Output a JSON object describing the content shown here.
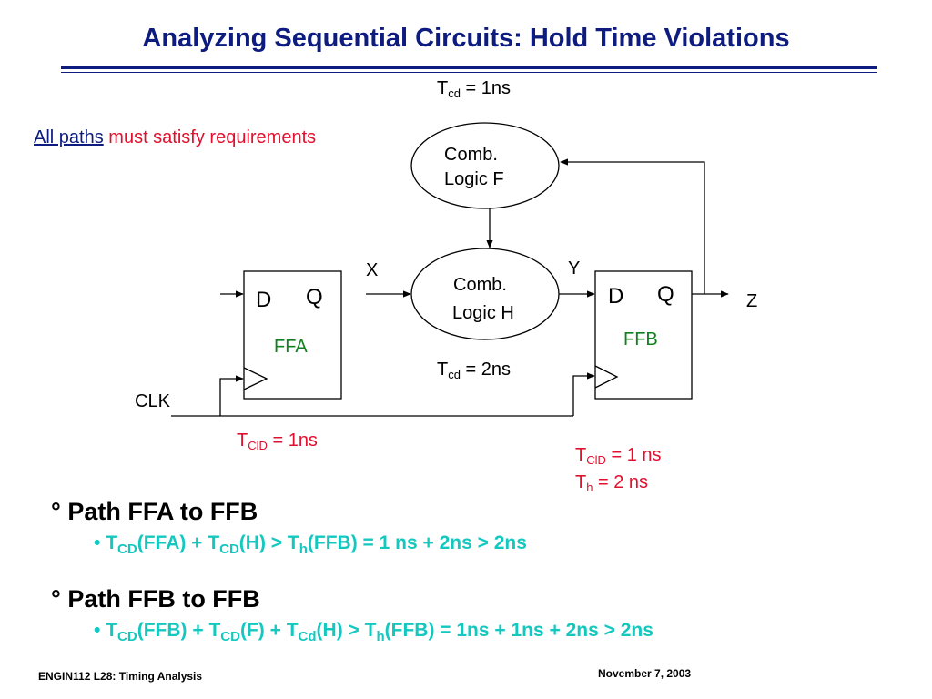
{
  "title": "Analyzing Sequential Circuits: Hold Time Violations",
  "note": {
    "link_text": "All paths",
    "rest_text": "must satisfy requirements"
  },
  "diagram": {
    "logic_f": {
      "line1": "Comb.",
      "line2": "Logic F",
      "tcd_sym": "T",
      "tcd_sub": "cd",
      "tcd_val": "= 1ns"
    },
    "logic_h": {
      "line1": "Comb.",
      "line2": "Logic H",
      "tcd_sym": "T",
      "tcd_sub": "cd",
      "tcd_val": "= 2ns"
    },
    "ffa": {
      "d": "D",
      "q": "Q",
      "name": "FFA",
      "tclq_sym": "T",
      "tclq_sub": "ClD",
      "tclq_val": "= 1ns"
    },
    "ffb": {
      "d": "D",
      "q": "Q",
      "name": "FFB",
      "tclq_sym": "T",
      "tclq_sub": "ClD",
      "tclq_val": "= 1 ns",
      "th_sym": "T",
      "th_sub": "h",
      "th_val": "= 2 ns"
    },
    "signals": {
      "x": "X",
      "y": "Y",
      "z": "Z",
      "clk": "CLK"
    }
  },
  "bullets": [
    {
      "marker": "°",
      "heading": "Path FFA to FFB",
      "sub_marker": "•",
      "expr": [
        {
          "t": "T"
        },
        {
          "s": "CD"
        },
        {
          "t": "(FFA) + T"
        },
        {
          "s": "CD"
        },
        {
          "t": "(H) > T"
        },
        {
          "s": "h"
        },
        {
          "t": "(FFB) = 1 ns + 2ns > 2ns"
        }
      ]
    },
    {
      "marker": "°",
      "heading": "Path FFB to FFB",
      "sub_marker": "•",
      "expr": [
        {
          "t": "T"
        },
        {
          "s": "CD"
        },
        {
          "t": "(FFB) + T"
        },
        {
          "s": "CD"
        },
        {
          "t": "(F) + T"
        },
        {
          "s": "Cd"
        },
        {
          "t": "(H) > T"
        },
        {
          "s": "h"
        },
        {
          "t": "(FFB) = 1ns + 1ns + 2ns > 2ns"
        }
      ]
    }
  ],
  "footer": {
    "left": "ENGIN112  L28: Timing Analysis",
    "right": "November 7, 2003"
  },
  "colors": {
    "title": "#0e1c80",
    "red": "#e0102e",
    "green": "#108020",
    "cyan": "#14c8c0"
  }
}
